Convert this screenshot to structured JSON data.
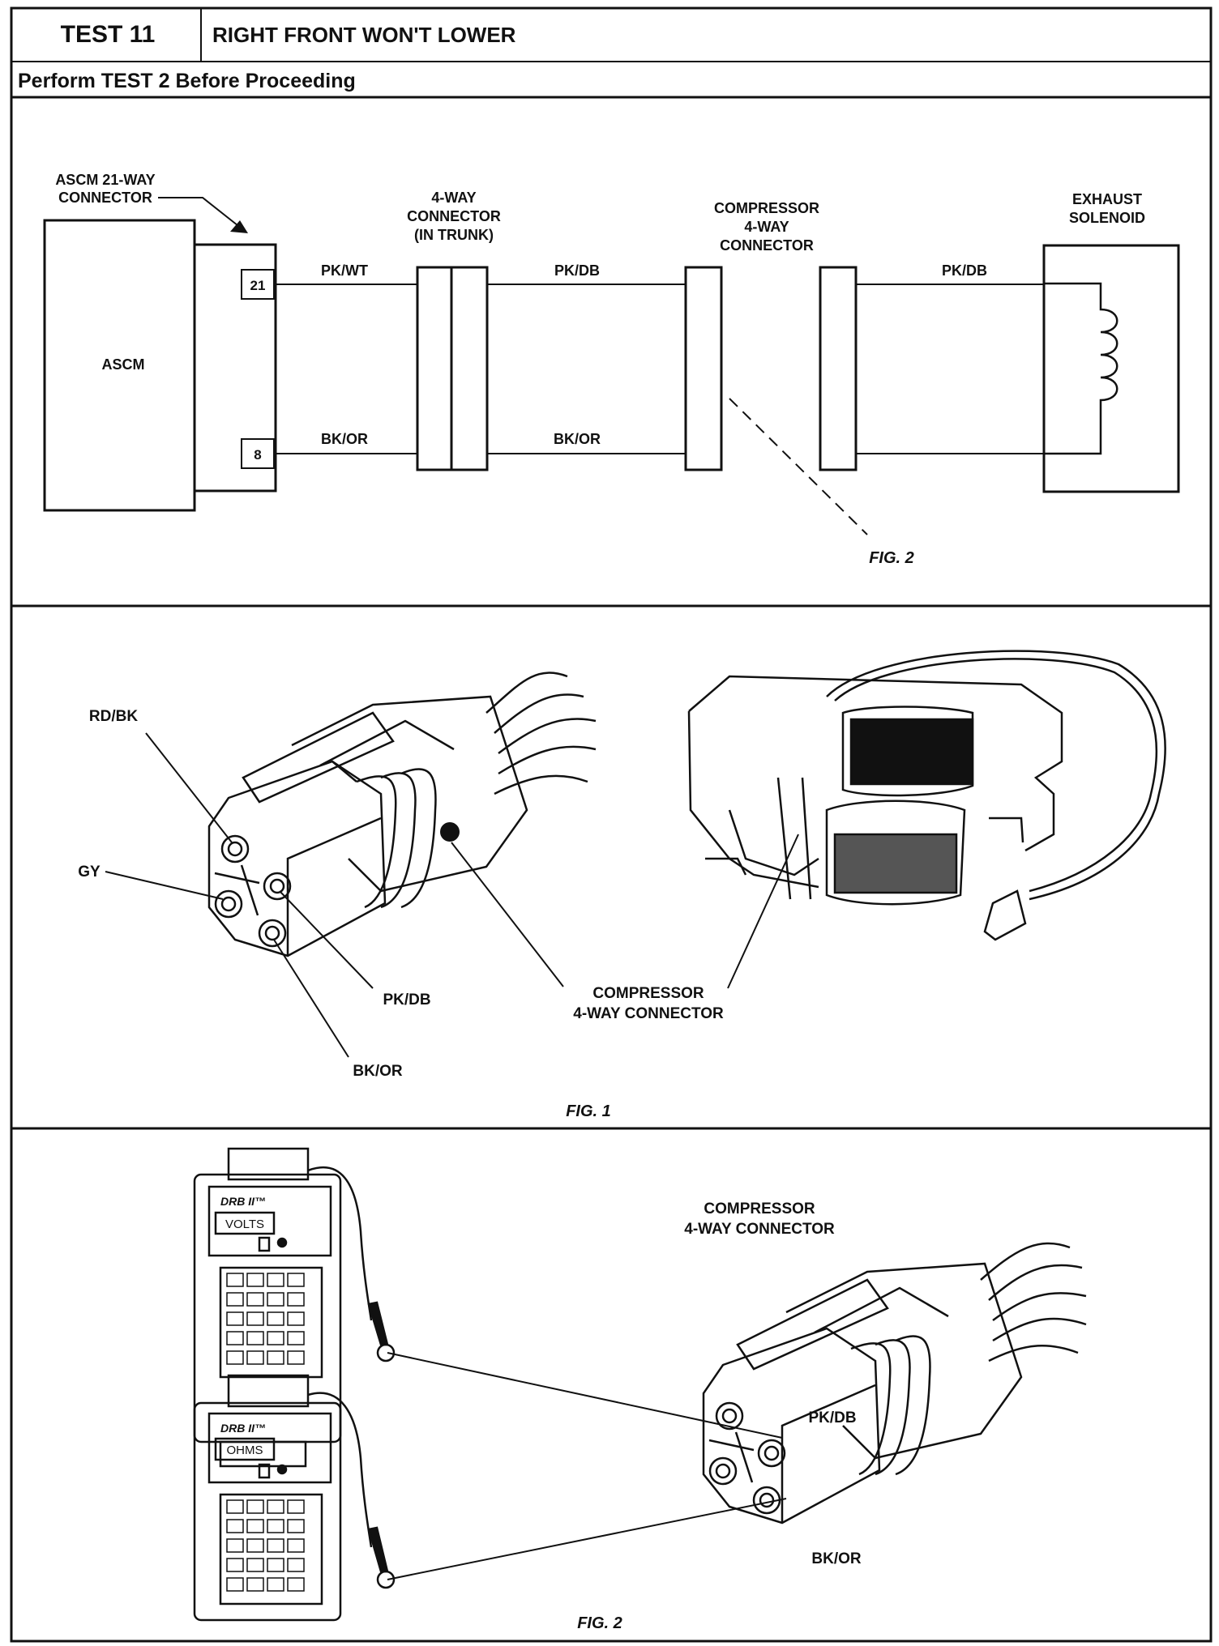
{
  "header": {
    "test_number": "TEST 11",
    "test_title": "RIGHT FRONT WON'T LOWER",
    "prerequisite": "Perform TEST 2 Before Proceeding"
  },
  "schematic": {
    "ascm_connector_label": [
      "ASCM 21-WAY",
      "CONNECTOR"
    ],
    "ascm_label": "ASCM",
    "pin_21": "21",
    "pin_8": "8",
    "four_way_label": [
      "4-WAY",
      "CONNECTOR",
      "(IN TRUNK)"
    ],
    "compressor_label": [
      "COMPRESSOR",
      "4-WAY",
      "CONNECTOR"
    ],
    "exhaust_label": [
      "EXHAUST",
      "SOLENOID"
    ],
    "wire_top_1": "PK/WT",
    "wire_top_2": "PK/DB",
    "wire_top_3": "PK/DB",
    "wire_bottom_1": "BK/OR",
    "wire_bottom_2": "BK/OR",
    "fig_ref": "FIG. 2"
  },
  "fig1": {
    "rdbk": "RD/BK",
    "gy": "GY",
    "pkdb": "PK/DB",
    "bkor": "BK/OR",
    "compressor_label": [
      "COMPRESSOR",
      "4-WAY CONNECTOR"
    ],
    "caption": "FIG. 1"
  },
  "fig2": {
    "meter1_brand": "DRB II™",
    "meter1_mode": "VOLTS",
    "meter2_brand": "DRB II™",
    "meter2_mode": "OHMS",
    "compressor_label": [
      "COMPRESSOR",
      "4-WAY CONNECTOR"
    ],
    "pkdb": "PK/DB",
    "bkor": "BK/OR",
    "caption": "FIG. 2"
  }
}
